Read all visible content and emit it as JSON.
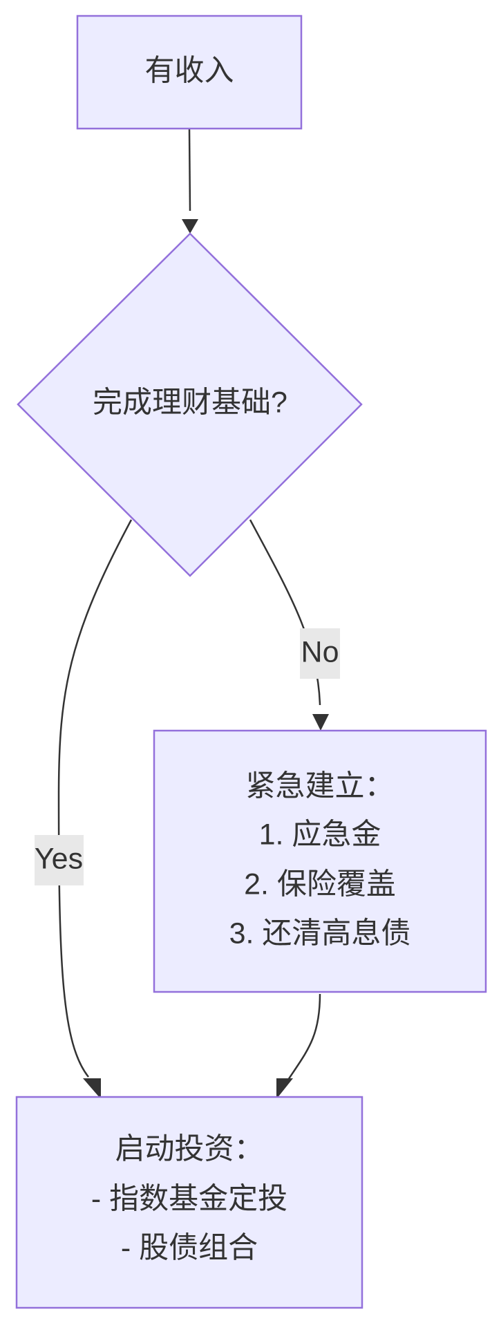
{
  "diagram": {
    "nodes": {
      "income": {
        "label": "有收入"
      },
      "decision": {
        "label": "完成理财基础?"
      },
      "emergency": {
        "lines": [
          "紧急建立：",
          "1. 应急金",
          "2. 保险覆盖",
          "3. 还清高息债"
        ]
      },
      "invest": {
        "lines": [
          "启动投资：",
          "- 指数基金定投",
          "- 股债组合"
        ]
      }
    },
    "edges": {
      "yes_label": "Yes",
      "no_label": "No"
    },
    "colors": {
      "node_fill": "#ECECFF",
      "node_stroke": "#9370DB",
      "edge": "#333333",
      "label_bg": "#E8E8E8"
    }
  }
}
